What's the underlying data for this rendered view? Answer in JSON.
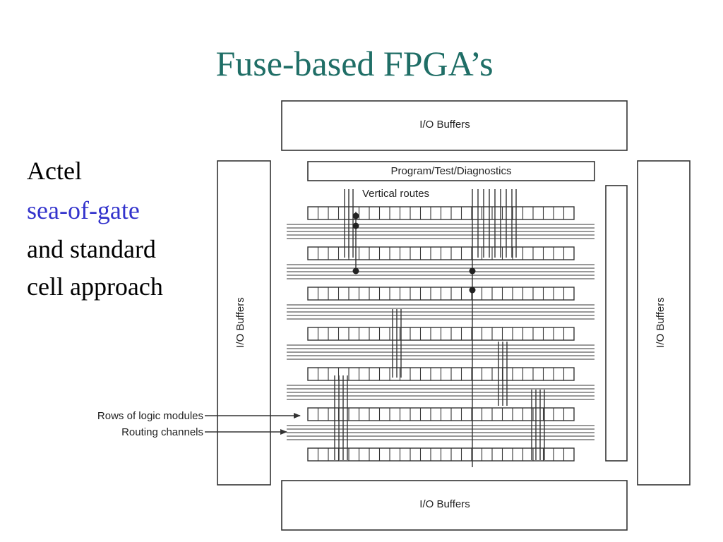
{
  "slide": {
    "title": "Fuse-based FPGA’s",
    "bullets": [
      {
        "text": "Actel",
        "highlight": false
      },
      {
        "text": "sea-of-gate",
        "highlight": true
      },
      {
        "text": "and standard",
        "highlight": false
      },
      {
        "text": "cell approach",
        "highlight": false
      }
    ]
  },
  "diagram": {
    "io_top": "I/O Buffers",
    "io_bottom": "I/O Buffers",
    "io_left": "I/O Buffers",
    "io_right": "I/O Buffers",
    "program_block": "Program/Test/Diagnostics",
    "vertical_routes_label": "Vertical routes",
    "rows_label": "Rows of logic modules",
    "channels_label": "Routing channels"
  },
  "colors": {
    "title": "#1f6e66",
    "highlight": "#3333cc",
    "text": "#000000",
    "line": "#333333"
  }
}
